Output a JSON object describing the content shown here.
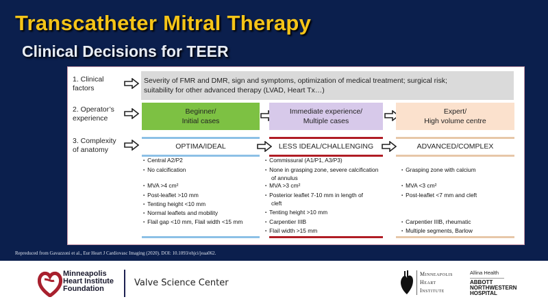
{
  "title": "Transcatheter Mitral Therapy",
  "subtitle": "Clinical Decisions for TEER",
  "rows": {
    "clinical": {
      "label1": "1. Clinical",
      "label2": "factors",
      "text1": "Severity of FMR and DMR, sign and symptoms, optimization of medical treatment; surgical risk;",
      "text2": "suitability for other advanced therapy (LVAD, Heart Tx…)"
    },
    "operator": {
      "label1": "2. Operator’s",
      "label2": "experience",
      "boxes": [
        {
          "l1": "Beginner/",
          "l2": "Initial cases"
        },
        {
          "l1": "Immediate experience/",
          "l2": "Multiple cases"
        },
        {
          "l1": "Expert/",
          "l2": "High volume centre"
        }
      ]
    },
    "anatomy": {
      "label1": "3. Complexity",
      "label2": "of anatomy",
      "categories": [
        "OPTIMA/IDEAL",
        "LESS IDEAL/CHALLENGING",
        "ADVANCED/COMPLEX"
      ]
    }
  },
  "bullets": {
    "optimal": [
      "Central A2/P2",
      "No calcification",
      "MVA >4 cm²",
      "Post-leaflet >10 mm",
      "Tenting height <10 mm",
      "Normal leaflets and mobility",
      "Flail gap <10 mm, Flail width <15 mm"
    ],
    "challenging": [
      "Commissural (A1/P1, A3/P3)",
      "None in grasping zone, severe calcification",
      "of annulus",
      "MVA >3 cm²",
      "Posterior leaflet 7-10 mm in length of",
      "cleft",
      "Tenting height >10 mm",
      "Carpentier IIIB",
      "Flail width >15 mm"
    ],
    "complex": [
      "Grasping zone with calcium",
      "MVA <3 cm²",
      "Post-leaflet <7 mm and cleft",
      "Carpentier IIIB, rheumatic",
      "Multiple segments, Barlow"
    ]
  },
  "reference": "Repreduced from Gavazzoni et al., Eur Heart J Cardiovasc Imaging (2020). DOI: 10.1093/ehjci/jeaa062.",
  "footer": {
    "mhif": "Minneapolis Heart Institute Foundation",
    "valve": "Valve Science Center",
    "mhi": [
      "Minneapolis",
      "Heart",
      "Institute"
    ],
    "allina": "Allina Health",
    "abbott": [
      "ABBOTT",
      "NORTHWESTERN",
      "HOSPITAL"
    ]
  },
  "colors": {
    "navy": "#0b1f4d",
    "yellow": "#f5c418",
    "green": "#7dc143",
    "purple": "#d7c9ea",
    "peach": "#fbe1cd",
    "blue": "#8cc0e6",
    "red": "#b01c24",
    "tan": "#e7c7a8"
  }
}
